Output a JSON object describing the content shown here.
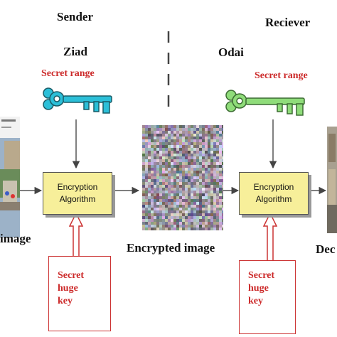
{
  "sender": {
    "heading": "Sender",
    "name": "Ziad",
    "secret_range": "Secret range"
  },
  "receiver": {
    "heading": "Reciever",
    "name": "Odai",
    "secret_range": "Secret range"
  },
  "left_algorithm": {
    "line1": "Encryption",
    "line2": "Algorithm"
  },
  "right_algorithm": {
    "line1": "Encryption",
    "line2": "Algorithm"
  },
  "left_key_box": {
    "line1": "Secret",
    "line2": "huge",
    "line3": "key"
  },
  "right_key_box": {
    "line1": "Secret",
    "line2": "huge",
    "line3": "key"
  },
  "labels": {
    "original": "image",
    "encrypted": "Encrypted image",
    "decrypted": "Dec"
  },
  "colors": {
    "sender_key": "#2bbfd8",
    "receiver_key": "#8fdc7a",
    "algorithm_fill": "#f7ef9a",
    "secret_text": "#cc2a2a"
  },
  "icons": {
    "sender_key": "key-icon",
    "receiver_key": "key-icon"
  }
}
